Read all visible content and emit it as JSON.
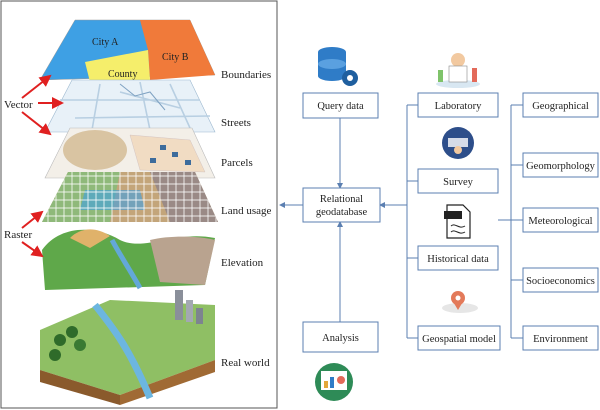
{
  "left_panel": {
    "vector_label": "Vector",
    "raster_label": "Raster",
    "map_labels": {
      "city_a": "City A",
      "city_b": "City B",
      "county": "County"
    },
    "layers": [
      {
        "id": "boundaries",
        "label": "Boundaries"
      },
      {
        "id": "streets",
        "label": "Streets"
      },
      {
        "id": "parcels",
        "label": "Parcels"
      },
      {
        "id": "land_usage",
        "label": "Land usage"
      },
      {
        "id": "elevation",
        "label": "Elevation"
      },
      {
        "id": "real_world",
        "label": "Real world"
      }
    ],
    "colors": {
      "city_a": "#3ea0e4",
      "city_b": "#f07a3a",
      "county": "#f5ee6b",
      "arrow": "#e02020",
      "border": "#555555"
    }
  },
  "flow": {
    "query": "Query data",
    "relational": [
      "Relational",
      "geodatabase"
    ],
    "analysis": "Analysis",
    "sources": [
      "Laboratory",
      "Survey",
      "Historical data",
      "Geospatial model"
    ],
    "categories": [
      "Geographical",
      "Geomorphology",
      "Meteorological",
      "Socioeconomics",
      "Environment"
    ],
    "icons": [
      "database-gear-icon",
      "laboratory-scientist-icon",
      "survey-person-icon",
      "log-document-icon",
      "geospatial-map-pin-icon",
      "analysis-dashboard-icon"
    ],
    "colors": {
      "box_border": "#5b7fb1",
      "connector": "#5b7fb1"
    }
  }
}
